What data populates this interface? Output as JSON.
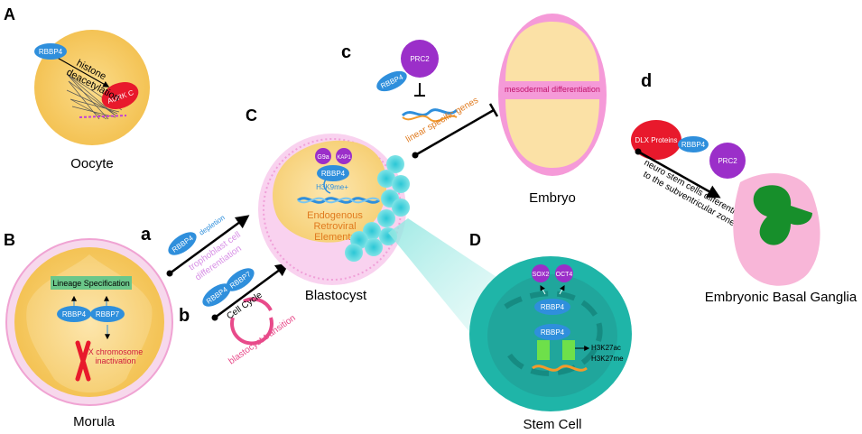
{
  "panels": {
    "A": "A",
    "B": "B",
    "C": "C",
    "D": "D",
    "a": "a",
    "b": "b",
    "c": "c",
    "d": "d"
  },
  "cells": {
    "oocyte": "Oocyte",
    "morula": "Morula",
    "blastocyst": "Blastocyst",
    "embryo": "Embryo",
    "stem_cell": "Stem Cell",
    "basal_ganglia": "Embryonic Basal Ganglia"
  },
  "oocyte": {
    "rbbp4": "RBBP4",
    "aurkc": "AURK C",
    "deacetylation_line1": "histone",
    "deacetylation_line2": "deacetylation"
  },
  "morula": {
    "lineage": "Lineage Specification",
    "rbbp4": "RBBP4",
    "rbbp7": "RBBP7",
    "x_line1": "X chromosome",
    "x_line2": "inactivation"
  },
  "arrow_a": {
    "rbbp4": "RBBP4",
    "depletion": "depletion",
    "tro_line1": "trophoblast cell",
    "tro_line2": "differentiation"
  },
  "arrow_b": {
    "rbbp4": "RBBP4",
    "rbbp7": "RBBP7",
    "cell_cycle": "Cell Cycle",
    "transition": "blastocyst transition"
  },
  "blastocyst": {
    "g9a": "G9a",
    "kap1": "KAP1",
    "rbbp4": "RBBP4",
    "h3k9": "H3K9me+",
    "erv_line1": "Endogenous",
    "erv_line2": "Retroviral",
    "erv_line3": "Elements"
  },
  "arrow_c": {
    "rbbp4": "RBBP4",
    "prc2": "PRC2",
    "genes": "linear specific genes"
  },
  "embryo": {
    "mesoderm": "mesodermal differentiation"
  },
  "arrow_d": {
    "dlx": "DLX Proteins",
    "rbbp4": "RBBP4",
    "prc2": "PRC2",
    "neuro_line1": "neuro stem cells differentiate",
    "neuro_line2": "to the subventricular zone"
  },
  "stem": {
    "sox2": "SOX2",
    "oct4": "OCT4",
    "rbbp4_top": "RBBP4",
    "rbbp4_bottom": "RBBP4",
    "h3k27ac": "H3K27ac",
    "h3k27me": "H3K27me"
  },
  "colors": {
    "rbbp_blue": "#2f8fdc",
    "prc2_purple": "#9b2fc9",
    "aurk_red": "#e8192c",
    "embryo_pink": "#f59ad8",
    "stem_teal": "#1fb5a8",
    "gene_orange": "#f39a2b",
    "text_pink": "#d83c86"
  }
}
